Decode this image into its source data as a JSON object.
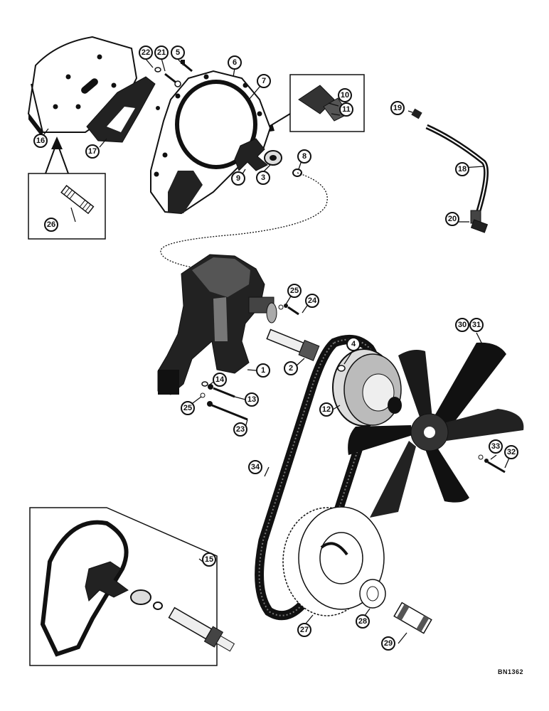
{
  "figure_code": "BN1362",
  "callouts": [
    "1",
    "2",
    "3",
    "4",
    "5",
    "6",
    "7",
    "8",
    "9",
    "10",
    "11",
    "12",
    "13",
    "14",
    "15",
    "16",
    "17",
    "18",
    "19",
    "20",
    "21",
    "22",
    "23",
    "24",
    "25",
    "25",
    "26",
    "27",
    "28",
    "29",
    "30",
    "31",
    "32",
    "33",
    "34"
  ]
}
